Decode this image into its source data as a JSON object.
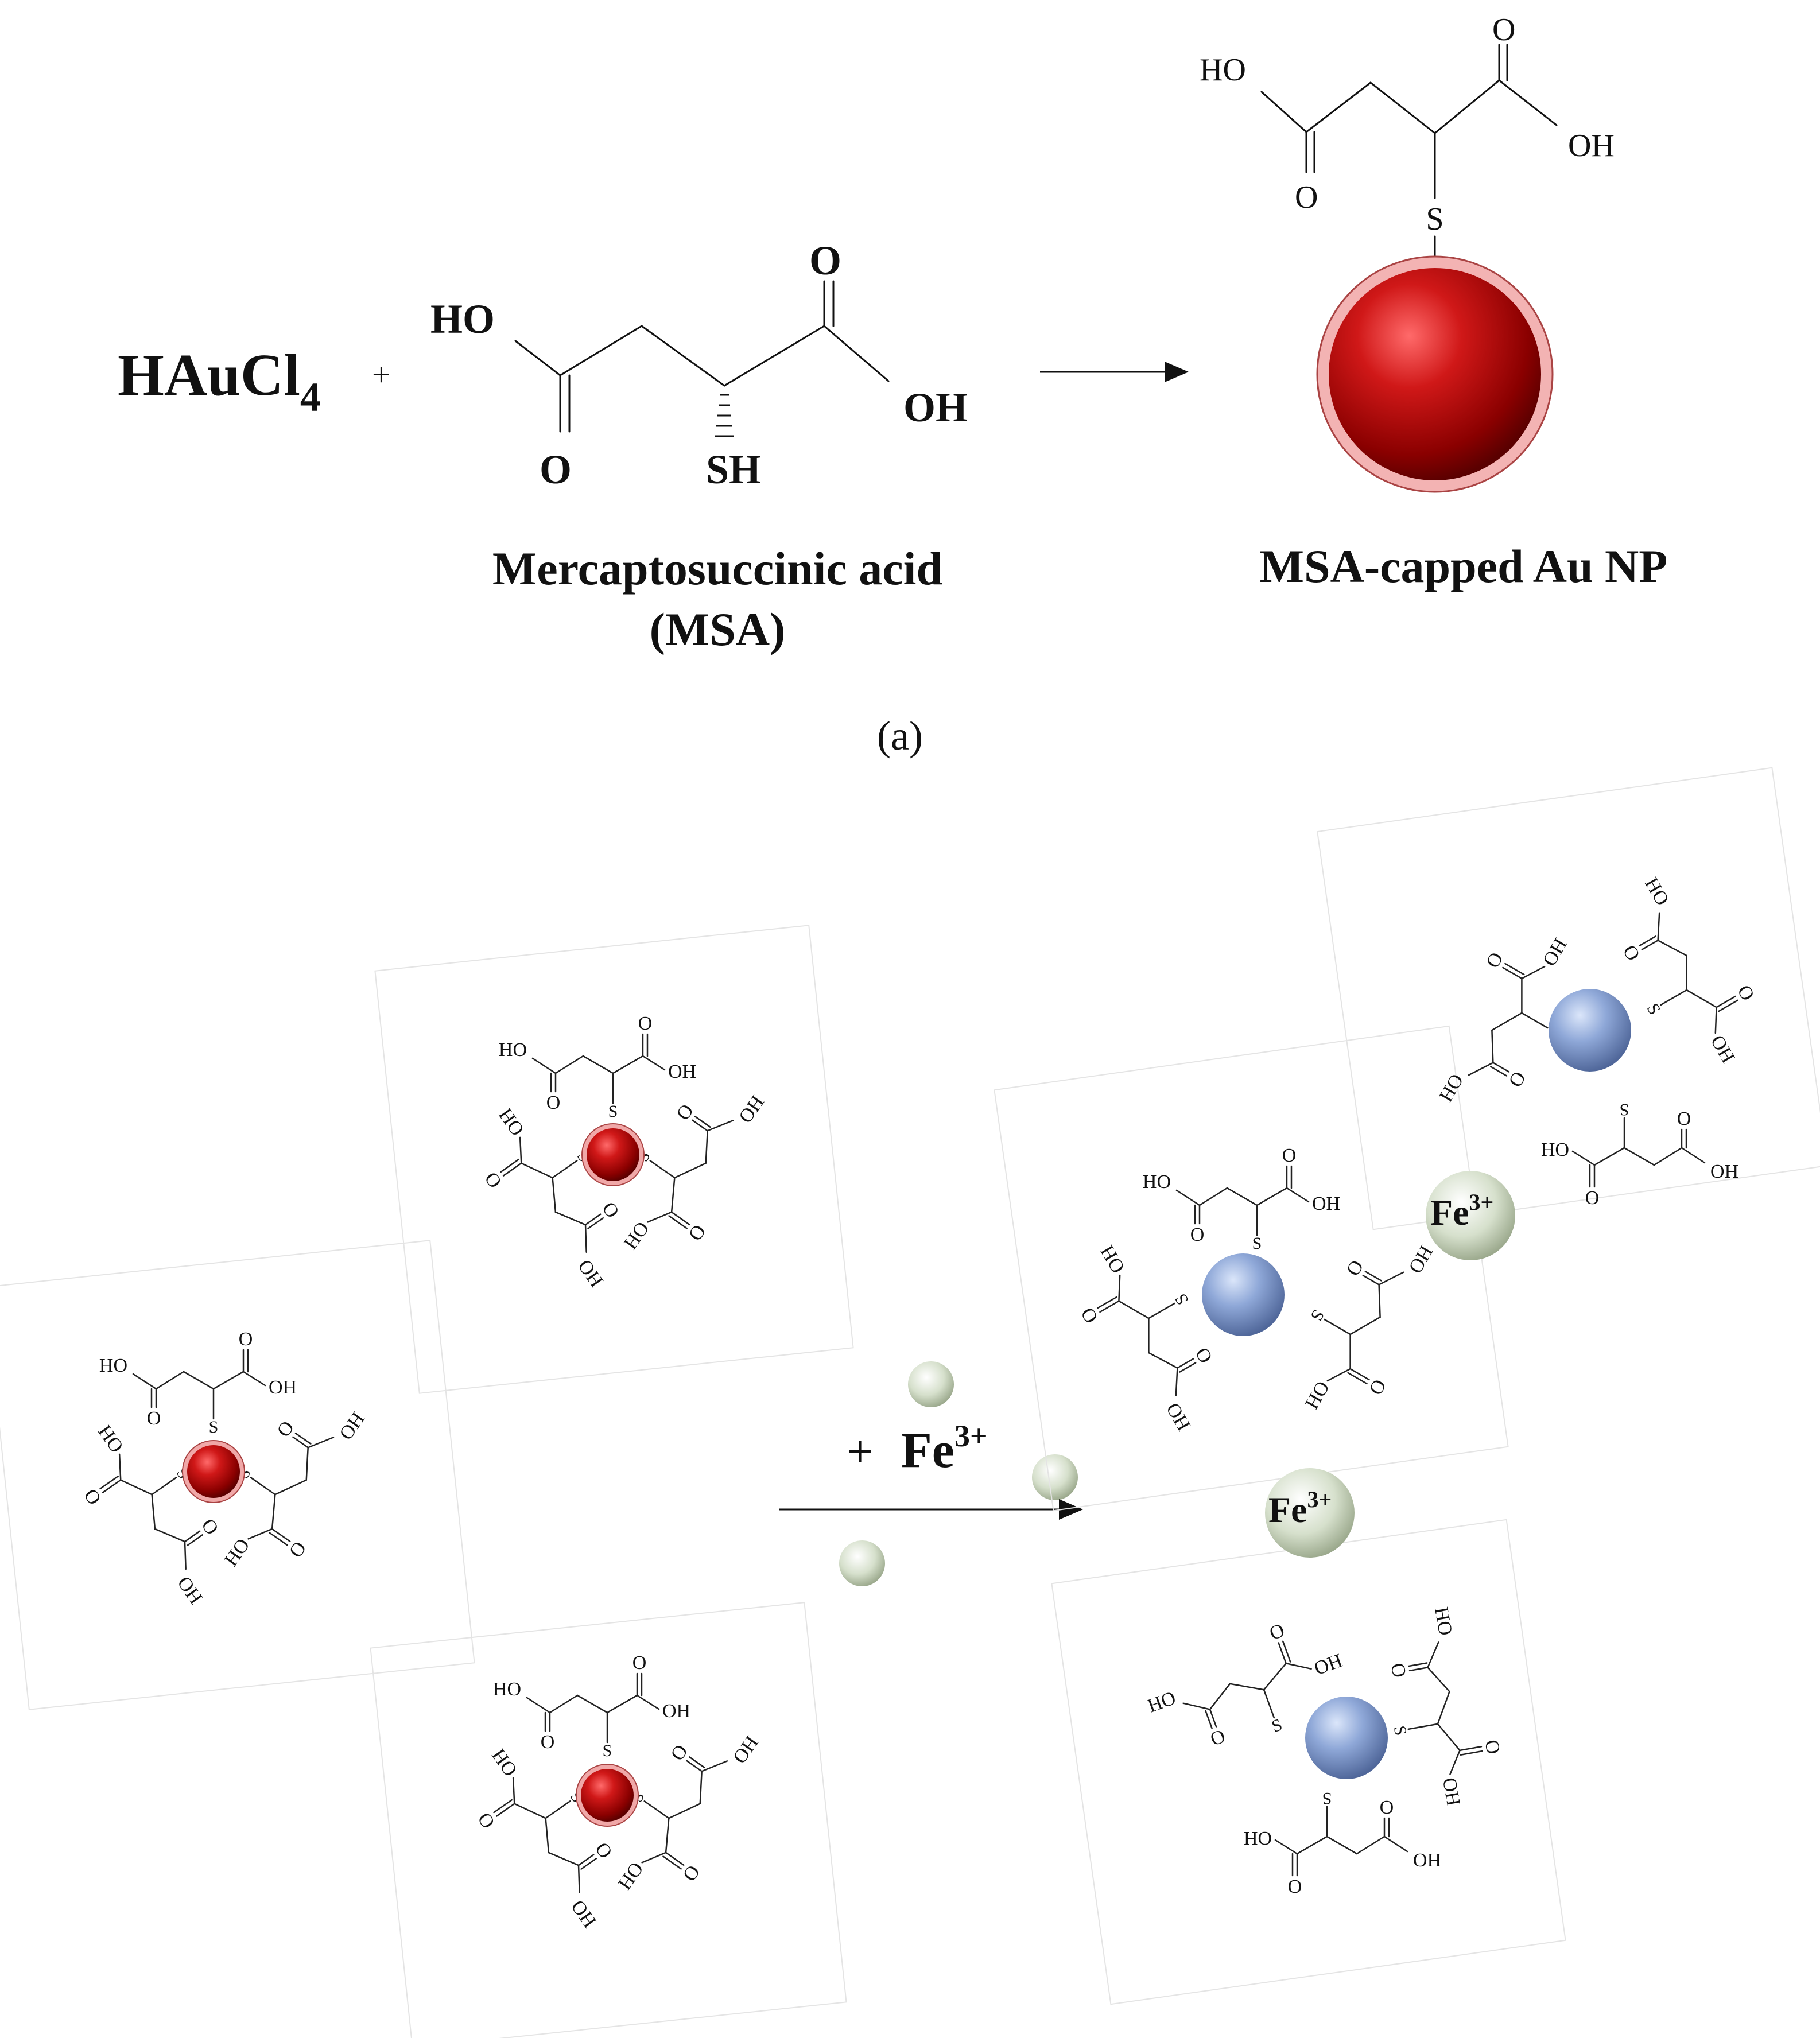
{
  "colors": {
    "gold_np": "#c01010",
    "gold_np_highlight": "#ff6a6a",
    "aggregated_np": "#8fa8d8",
    "fe_ion": "#d6e0cc"
  },
  "panel_a": {
    "reactant": "HAuCl",
    "reactant_subscript": "4",
    "plus": "+",
    "msa_name": "Mercaptosuccinic acid",
    "msa_abbrev": "(MSA)",
    "product_name": "MSA-capped Au NP",
    "panel_label": "(a)",
    "atoms": {
      "ho": "HO",
      "oh": "OH",
      "o": "O",
      "sh": "SH",
      "s": "S"
    }
  },
  "panel_b": {
    "reagent_plus": "+",
    "reagent_ion": "Fe",
    "reagent_charge": "3+",
    "complex_ion": "Fe",
    "complex_charge": "3+",
    "atoms": {
      "ho": "HO",
      "oh": "OH",
      "o": "O",
      "s": "S"
    }
  }
}
